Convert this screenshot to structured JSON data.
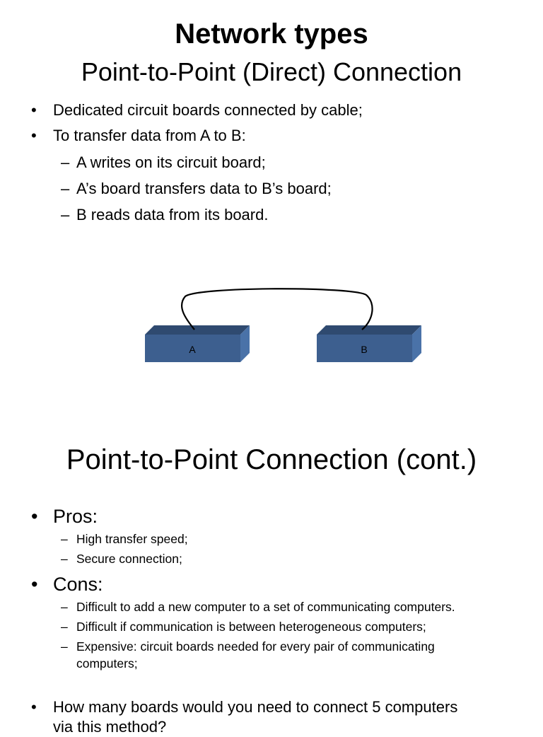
{
  "slide1": {
    "title": "Network types",
    "subtitle": "Point-to-Point (Direct) Connection",
    "bullets": [
      "Dedicated circuit boards connected by cable;",
      "To transfer data from A to B:"
    ],
    "sub_bullets": [
      "A writes on its circuit board;",
      "A’s board transfers data to B’s board;",
      "B reads data from its board."
    ],
    "diagram": {
      "board_a_label": "A",
      "board_b_label": "B",
      "board_color": "#3d5f8f"
    }
  },
  "slide2": {
    "title": "Point-to-Point Connection (cont.)",
    "pros_label": "Pros:",
    "pros": [
      "High transfer speed;",
      "Secure connection;"
    ],
    "cons_label": "Cons:",
    "cons": [
      "Difficult to add a new computer to a set of communicating computers.",
      "Difficult if communication is between heterogeneous computers;",
      "Expensive: circuit boards needed for every pair of communicating",
      "computers;"
    ],
    "question_line1": "How many boards would you need to connect 5 computers",
    "question_line2": "via this method?"
  },
  "glyphs": {
    "bullet": "•",
    "dash": "–"
  }
}
